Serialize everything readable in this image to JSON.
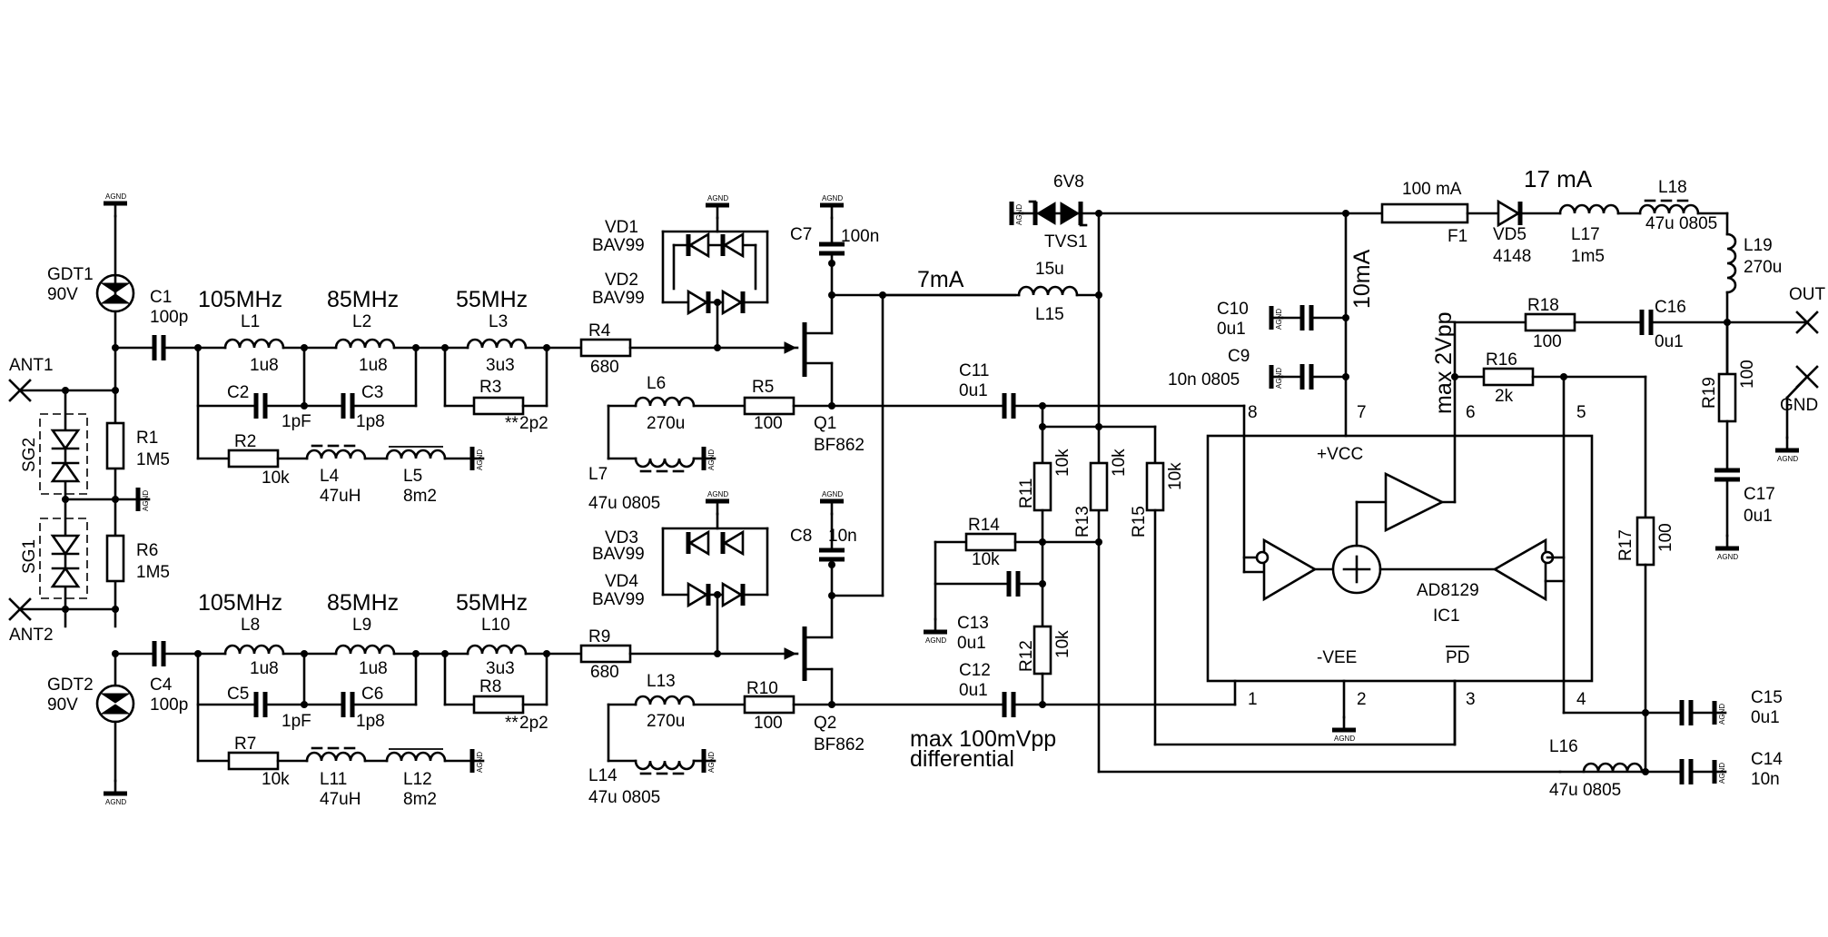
{
  "gnd": "AGND",
  "ports": {
    "ant1": "ANT1",
    "ant2": "ANT2",
    "out": "OUT",
    "gnd": "GND"
  },
  "gdt": {
    "gdt1": "GDT1",
    "gdt1_v": "90V",
    "gdt2": "GDT2",
    "gdt2_v": "90V"
  },
  "sg": {
    "sg1": "SG1",
    "sg2": "SG2"
  },
  "freq": {
    "f105": "105MHz",
    "f85": "85MHz",
    "f55": "55MHz"
  },
  "top": {
    "c1": "C1",
    "c1_v": "100p",
    "l1": "L1",
    "l1_v": "1u8",
    "l2": "L2",
    "l2_v": "1u8",
    "l3": "L3",
    "l3_v": "3u3",
    "c2": "C2",
    "c2_v": "1pF",
    "c3": "C3",
    "c3_v": "1p8",
    "r3": "R3",
    "r3_v": "2p2",
    "star": "**",
    "r1": "R1",
    "r1_v": "1M5",
    "r2": "R2",
    "r2_v": "10k",
    "l4": "L4",
    "l4_v": "47uH",
    "l5": "L5",
    "l5_v": "8m2",
    "r4": "R4",
    "r4_v": "680",
    "l6": "L6",
    "l6_v": "270u",
    "r5": "R5",
    "r5_v": "100",
    "l7": "L7",
    "l7_v": "47u 0805",
    "vd1": "VD1",
    "vd1_v": "BAV99",
    "vd2": "VD2",
    "vd2_v": "BAV99",
    "c7": "C7",
    "c7_v": "100n",
    "q1": "Q1",
    "q1_v": "BF862"
  },
  "bottom": {
    "c4": "C4",
    "c4_v": "100p",
    "l8": "L8",
    "l8_v": "1u8",
    "l9": "L9",
    "l9_v": "1u8",
    "l10": "L10",
    "l10_v": "3u3",
    "c5": "C5",
    "c5_v": "1pF",
    "c6": "C6",
    "c6_v": "1p8",
    "r8": "R8",
    "r8_v": "2p2",
    "star": "**",
    "r6": "R6",
    "r6_v": "1M5",
    "r7": "R7",
    "r7_v": "10k",
    "l11": "L11",
    "l11_v": "47uH",
    "l12": "L12",
    "l12_v": "8m2",
    "r9": "R9",
    "r9_v": "680",
    "l13": "L13",
    "l13_v": "270u",
    "r10": "R10",
    "r10_v": "100",
    "l14": "L14",
    "l14_v": "47u 0805",
    "vd3": "VD3",
    "vd3_v": "BAV99",
    "vd4": "VD4",
    "vd4_v": "BAV99",
    "c8": "C8",
    "c8_v": "10n",
    "q2": "Q2",
    "q2_v": "BF862"
  },
  "mid": {
    "i7": "7mA",
    "l15": "L15",
    "l15_v": "15u",
    "tvs": "TVS1",
    "tvs_v": "6V8",
    "c11": "C11",
    "c11_v": "0u1",
    "c12": "C12",
    "c12_v": "0u1",
    "r11": "R11",
    "r11_v": "10k",
    "r12": "R12",
    "r12_v": "10k",
    "r13": "R13",
    "r13_v": "10k",
    "r15": "R15",
    "r15_v": "10k",
    "r14": "R14",
    "r14_v": "10k",
    "c13": "C13",
    "c13_v": "0u1",
    "maxin": "max 100mVpp",
    "diff": "differential"
  },
  "right": {
    "c10": "C10",
    "c10_v": "0u1",
    "c9": "C9",
    "c9_v": "10n 0805",
    "i10": "10mA",
    "i17": "17 mA",
    "f1": "F1",
    "f1_v": "100 mA",
    "vd5": "VD5",
    "vd5_v": "4148",
    "l17": "L17",
    "l17_v": "1m5",
    "l18": "L18",
    "l18_v": "47u 0805",
    "l19": "L19",
    "l19_v": "270u",
    "maxout": "max 2Vpp",
    "r18": "R18",
    "r18_v": "100",
    "c16": "C16",
    "c16_v": "0u1",
    "r16": "R16",
    "r16_v": "2k",
    "r19": "R19",
    "r19_v": "100",
    "c17": "C17",
    "c17_v": "0u1",
    "r17": "R17",
    "r17_v": "100",
    "c15": "C15",
    "c15_v": "0u1",
    "c14": "C14",
    "c14_v": "10n",
    "l16": "L16",
    "l16_v": "47u 0805"
  },
  "ic": {
    "name": "AD8129",
    "ref": "IC1",
    "vcc": "+VCC",
    "vee": "-VEE",
    "pd": "PD",
    "p1": "1",
    "p2": "2",
    "p3": "3",
    "p4": "4",
    "p5": "5",
    "p6": "6",
    "p7": "7",
    "p8": "8"
  }
}
